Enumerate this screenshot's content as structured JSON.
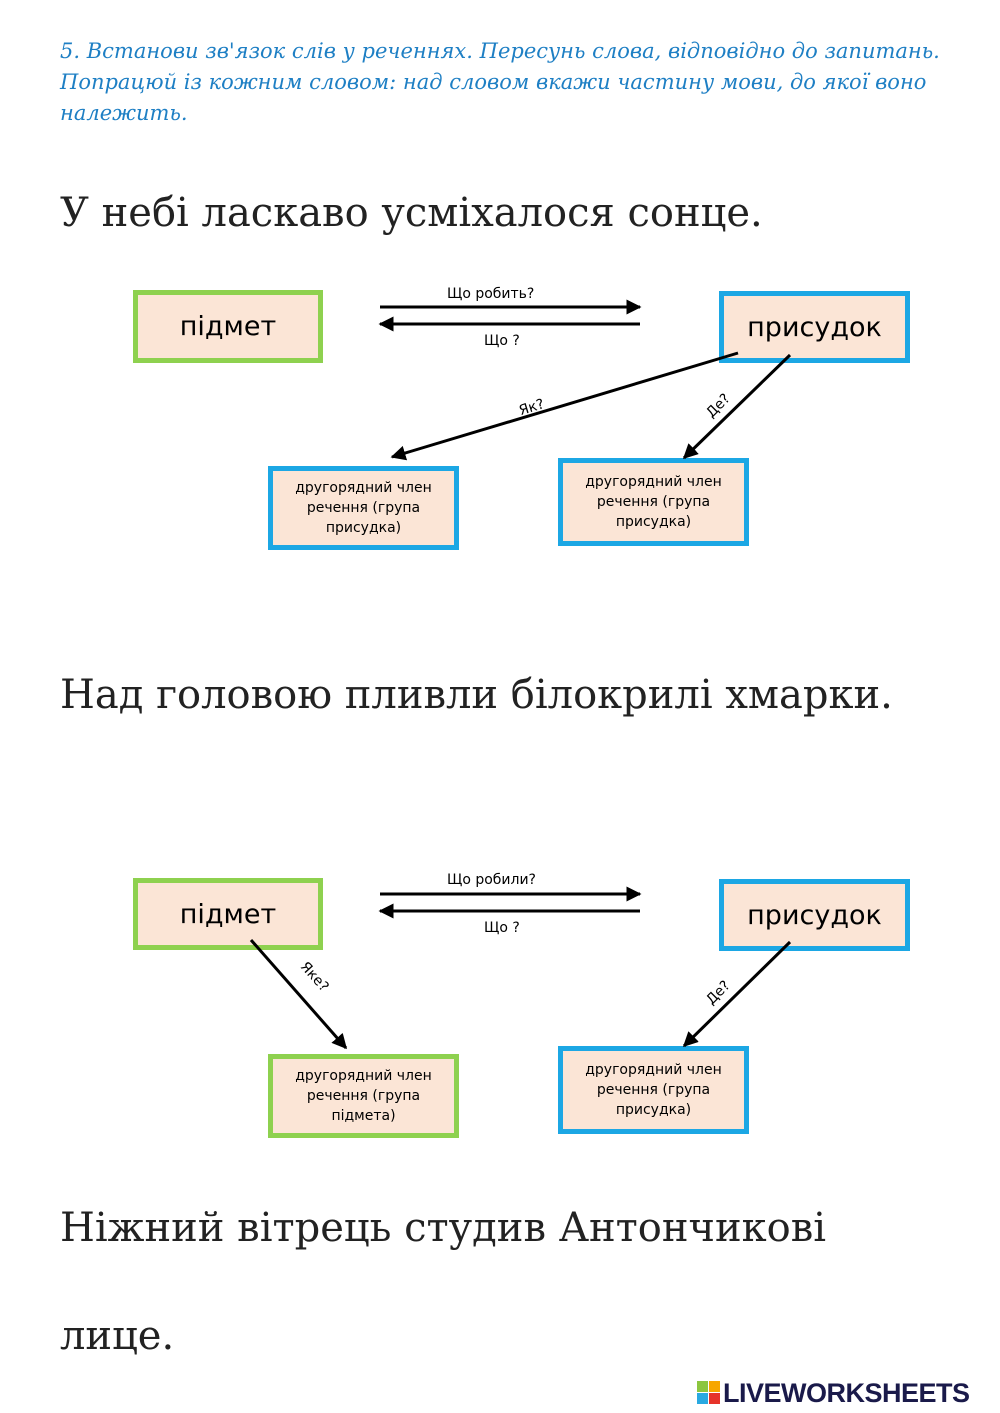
{
  "instruction": "5. Встанови зв'язок слів у реченнях. Пересунь слова, відповідно до запитань. Попрацюй із кожним словом: над словом вкажи частину мови, до якої воно належить.",
  "sentences": {
    "s1": "У небі ласкаво усміхалося сонце.",
    "s2": "Над головою пливли білокрилі хмарки.",
    "s3_line1": "Ніжний вітрець студив Антончикові",
    "s3_line2": "лице."
  },
  "diagram1": {
    "subject": "підмет",
    "predicate": "присудок",
    "q_forward": "Що робить?",
    "q_back": "Що ?",
    "q_how": "Як?",
    "q_where": "Де?",
    "box_left": [
      "другорядний член",
      "речення (група",
      "присудка)"
    ],
    "box_right": [
      "другорядний член",
      "речення (група",
      "присудка)"
    ]
  },
  "diagram2": {
    "subject": "підмет",
    "predicate": "присудок",
    "q_forward": "Що робили?",
    "q_back": "Що ?",
    "q_which": "Яке?",
    "q_where": "Де?",
    "box_left": [
      "другорядний член",
      "речення (група",
      "підмета)"
    ],
    "box_right": [
      "другорядний член",
      "речення (група",
      "присудка)"
    ]
  },
  "footer": {
    "logo_text": "LIVEWORKSHEETS",
    "logo_icon": "liveworksheets-logo-icon"
  },
  "colors": {
    "box_fill": "#fbe5d6",
    "green_border": "#8ed14f",
    "blue_border": "#1ca7e4",
    "instruction_text": "#1e7fc4"
  }
}
